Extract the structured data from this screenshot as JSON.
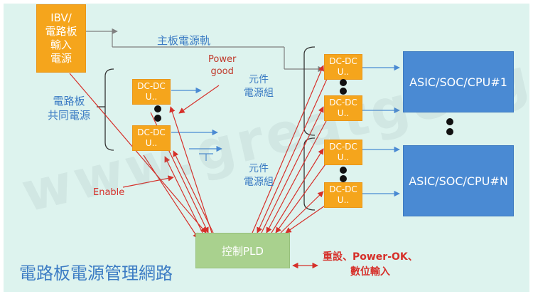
{
  "power_input": {
    "line1": "IBV/",
    "line2": "電路板",
    "line3": "輸入",
    "line4": "電源"
  },
  "main_rail_label": "主板電源軌",
  "shared_power_label": {
    "line1": "電路板",
    "line2": "共同電源"
  },
  "power_good_label": {
    "line1": "Power",
    "line2": "good"
  },
  "component_power_group_upper": {
    "line1": "元件",
    "line2": "電源組"
  },
  "component_power_group_lower": {
    "line1": "元件",
    "line2": "電源組"
  },
  "enable_label": "Enable",
  "dc_dc_units": [
    {
      "line1": "DC-DC",
      "line2": "U.."
    },
    {
      "line1": "DC-DC",
      "line2": "U.."
    },
    {
      "line1": "DC-DC",
      "line2": "U.."
    },
    {
      "line1": "DC-DC",
      "line2": "U.."
    },
    {
      "line1": "DC-DC",
      "line2": "U.."
    },
    {
      "line1": "DC-DC",
      "line2": "U.."
    }
  ],
  "asic_1_label": "ASIC/SOC/CPU#1",
  "asic_n_label": "ASIC/SOC/CPU#N",
  "pld_label": "控制PLD",
  "pld_outputs": {
    "line1": "重設、Power-OK、",
    "line2": "數位輸入"
  },
  "diagram_title": "電路板電源管理網路",
  "watermark_text": "www.greatgeng.com",
  "colors": {
    "background": "#ddf3ee",
    "dc_dc": "#f5a51c",
    "asic": "#4a8ad3",
    "pld": "#a9d18e",
    "signal": "#d6302a",
    "label": "#3c7cc4"
  }
}
